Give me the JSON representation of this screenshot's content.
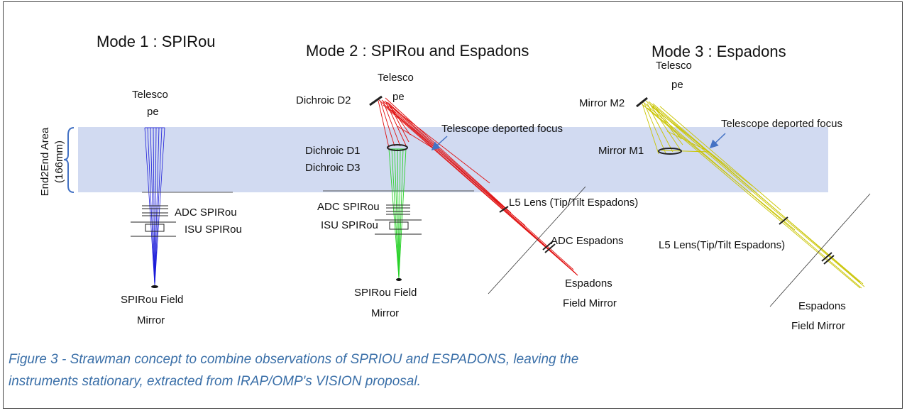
{
  "modes": {
    "mode1": {
      "title": "Mode 1 : SPIRou",
      "telescope": [
        "Telesco",
        "pe"
      ],
      "adc": "ADC SPIRou",
      "isu": "ISU SPIRou",
      "field_mirror": [
        "SPIRou Field",
        "Mirror"
      ]
    },
    "mode2": {
      "title": "Mode 2 : SPIRou and Espadons",
      "telescope": [
        "Telesco",
        "pe"
      ],
      "dichroic_d2": "Dichroic D2",
      "dichroic_d1": "Dichroic D1",
      "dichroic_d3": "Dichroic D3",
      "deported_focus": "Telescope deported focus",
      "l5_lens": "L5 Lens (Tip/Tilt Espadons)",
      "adc_spirou": "ADC SPIRou",
      "isu_spirou": "ISU SPIRou",
      "adc_espadons": "ADC Espadons",
      "spirou_field_mirror": [
        "SPIRou Field",
        "Mirror"
      ],
      "espadons_field_mirror": [
        "Espadons",
        "Field Mirror"
      ]
    },
    "mode3": {
      "title": "Mode 3 : Espadons",
      "telescope": [
        "Telesco",
        "pe"
      ],
      "mirror_m2": "Mirror M2",
      "mirror_m1": "Mirror M1",
      "deported_focus": "Telescope deported focus",
      "l5_lens": "L5 Lens(Tip/Tilt Espadons)",
      "espadons_field_mirror": [
        "Espadons",
        "Field Mirror"
      ]
    }
  },
  "area": {
    "label": "End2End Area",
    "sublabel": "(166mm)"
  },
  "colors": {
    "area_fill": "#c9d3ee",
    "beam_blue": "#1b1bd9",
    "beam_green": "#2ad22a",
    "beam_red": "#e01010",
    "beam_yellow": "#c9c400",
    "arrow": "#4472c4",
    "caption": "#3a6fa8"
  },
  "caption": {
    "line1": "Figure 3 - Strawman concept to combine observations of SPRIOU and ESPADONS, leaving the",
    "line2": "instruments stationary, extracted from IRAP/OMP's VISION proposal."
  }
}
